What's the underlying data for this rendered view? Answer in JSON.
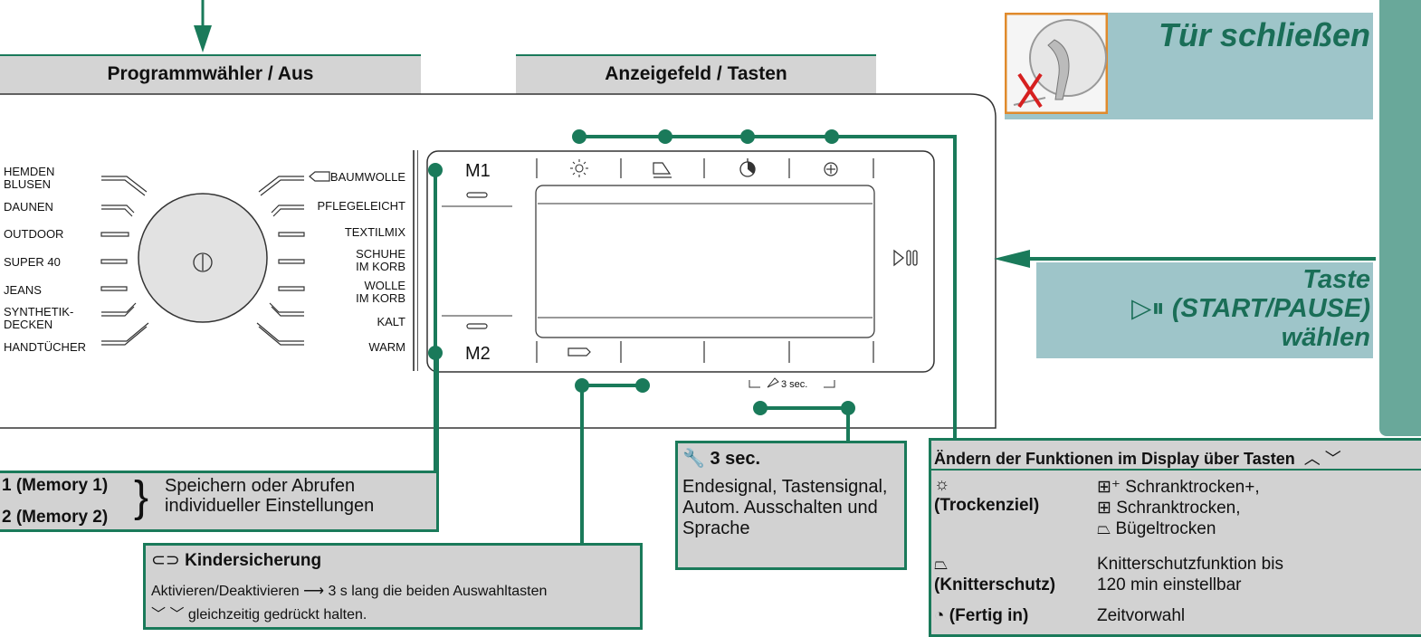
{
  "headers": {
    "program_selector": "Programmwähler / Aus",
    "display_keys": "Anzeigefeld / Tasten"
  },
  "program_left": [
    "HEMDEN\nBLUSEN",
    "DAUNEN",
    "OUTDOOR",
    "SUPER 40",
    "JEANS",
    "SYNTHETIK-\nDECKEN",
    "HANDTÜCHER"
  ],
  "program_right": [
    "BAUMWOLLE",
    "PFLEGELEICHT",
    "TEXTILMIX",
    "SCHUHE\nIM KORB",
    "WOLLE\nIM KORB",
    "KALT",
    "WARM"
  ],
  "display": {
    "m1": "M1",
    "m2": "M2",
    "hold_label": "3 sec."
  },
  "door": {
    "title": "Tür schließen"
  },
  "start_pause": {
    "line1": "Taste",
    "line2": "(START/PAUSE)",
    "line3": "wählen"
  },
  "memory": {
    "line1": "1 (Memory 1)",
    "line2": "2 (Memory 2)",
    "desc": "Speichern oder Abrufen individueller Einstellungen"
  },
  "child_lock": {
    "title": "Kindersicherung",
    "desc1": "Aktivieren/Deaktivieren ⟶ 3 s lang die beiden Auswahltasten",
    "desc2": "gleichzeitig gedrückt halten."
  },
  "sec3": {
    "title": "3 sec.",
    "desc": "Endesignal, Tastensignal, Autom. Ausschalten und Sprache"
  },
  "functions": {
    "title": "Ändern der Funktionen im Display über Tasten",
    "rows": [
      {
        "label": "(Trockenziel)",
        "desc": [
          "Schranktrocken+,",
          "Schranktrocken,",
          "Bügeltrocken"
        ]
      },
      {
        "label": "(Knitterschutz)",
        "desc": [
          "Knitterschutzfunktion bis",
          "120 min einstellbar"
        ]
      },
      {
        "label": "(Fertig in)",
        "desc": [
          "Zeitvorwahl"
        ]
      }
    ]
  },
  "colors": {
    "accent_green": "#1a7a5a",
    "teal_box": "#9ec5c9",
    "gray_header": "#d4d4d4"
  }
}
